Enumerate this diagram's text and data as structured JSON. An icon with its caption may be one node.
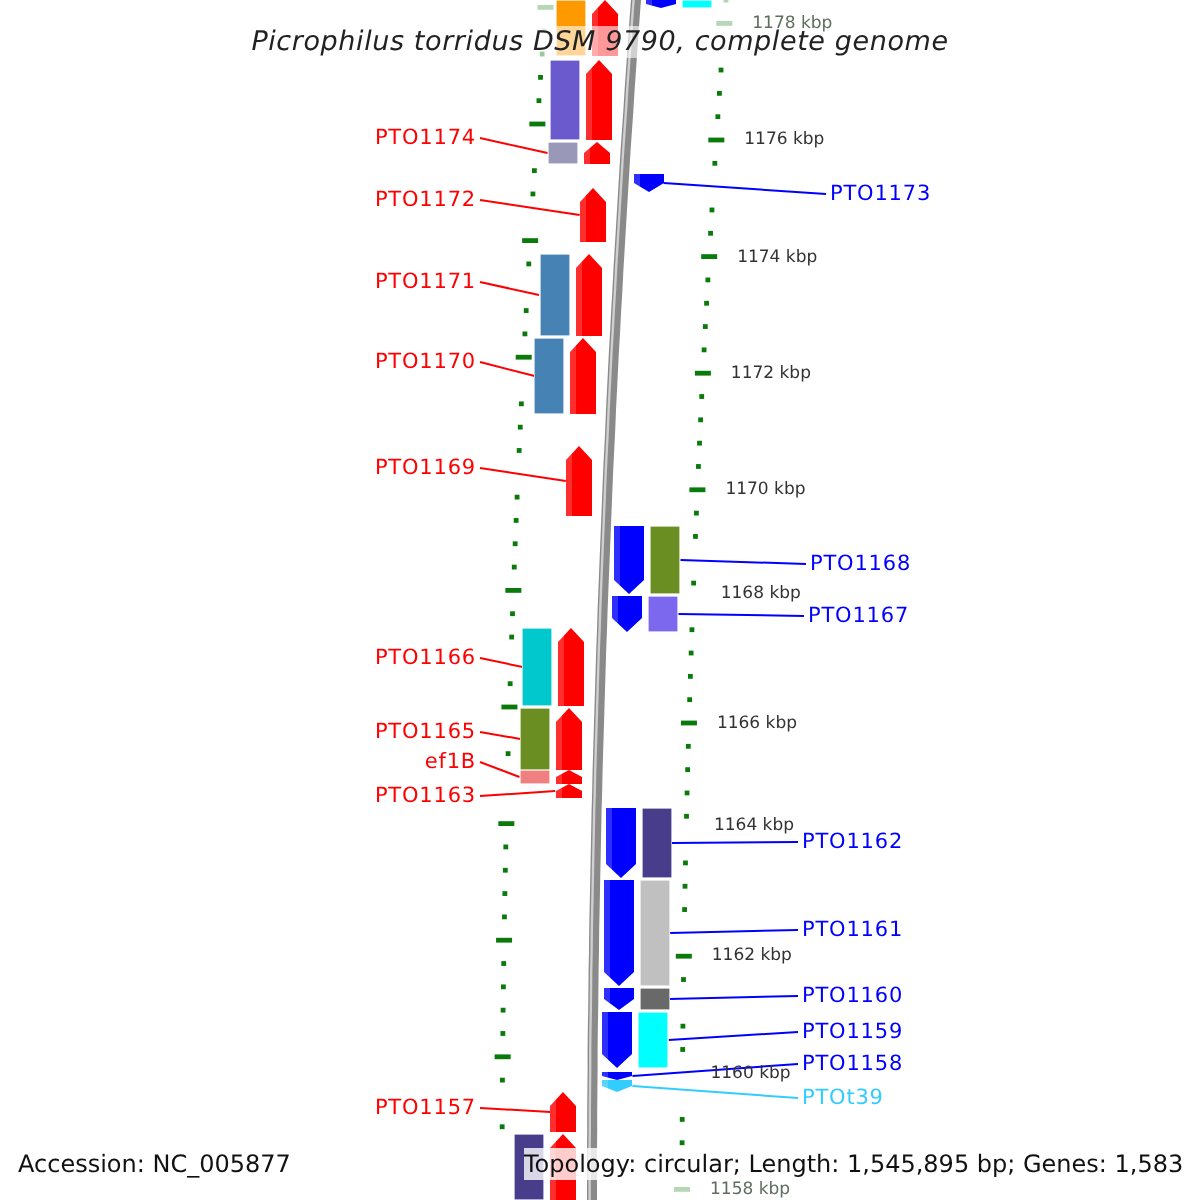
{
  "diagram": {
    "title": "Picrophilus torridus DSM 9790, complete genome",
    "nodes": [
      {
        "text": [
          "PTO1174"
        ]
      },
      {
        "text": [
          "PTO1172"
        ]
      },
      {
        "text": [
          "PTO1171"
        ]
      },
      {
        "text": [
          "PTO1170"
        ]
      },
      {
        "text": [
          "PTO1169"
        ]
      },
      {
        "text": [
          "PTO1166"
        ]
      },
      {
        "text": [
          "PTO1165"
        ]
      },
      {
        "text": [
          "ef1B"
        ]
      },
      {
        "text": [
          "PTO1163"
        ]
      },
      {
        "text": [
          "PTO1157"
        ]
      },
      {
        "text": [
          "PTO1173"
        ]
      },
      {
        "text": [
          "PTO1168"
        ]
      },
      {
        "text": [
          "PTO1167"
        ]
      },
      {
        "text": [
          "PTO1162"
        ]
      },
      {
        "text": [
          "PTO1161"
        ]
      },
      {
        "text": [
          "PTO1160"
        ]
      },
      {
        "text": [
          "PTO1159"
        ]
      },
      {
        "text": [
          "PTO1158"
        ]
      },
      {
        "text": [
          "PTOt39"
        ]
      },
      {
        "text": [],
        "shape": "arrow"
      },
      {
        "text": [],
        "shape": "arrow"
      },
      {
        "text": [],
        "shape": "arrow"
      },
      {
        "text": [],
        "shape": "arrow"
      },
      {
        "text": [],
        "shape": "arrow"
      },
      {
        "text": [],
        "shape": "arrow"
      },
      {
        "text": [],
        "shape": "arrow"
      },
      {
        "text": [],
        "shape": "arrow"
      },
      {
        "text": [],
        "shape": "arrow"
      },
      {
        "text": [],
        "shape": "arrow"
      },
      {
        "text": [],
        "shape": "arrow"
      },
      {
        "text": [],
        "shape": "arrow"
      },
      {
        "text": [],
        "shape": "arrow"
      },
      {
        "text": [],
        "shape": "arrow"
      },
      {
        "text": [],
        "shape": "arrow"
      },
      {
        "text": [],
        "shape": "arrow"
      },
      {
        "text": [],
        "shape": "arrow"
      },
      {
        "text": [],
        "shape": "arrow"
      },
      {
        "text": [],
        "shape": "arrow"
      },
      {
        "text": [],
        "shape": "arrow"
      },
      {
        "text": [],
        "shape": "arrow"
      },
      {
        "text": [],
        "shape": "arrow"
      },
      {
        "text": [],
        "shape": "arrow"
      }
    ],
    "edges": [
      {
        "from": 0,
        "to": 21,
        "arrow": "none"
      },
      {
        "from": 1,
        "to": 22,
        "arrow": "none"
      },
      {
        "from": 2,
        "to": 23,
        "arrow": "none"
      },
      {
        "from": 3,
        "to": 24,
        "arrow": "none"
      },
      {
        "from": 4,
        "to": 25,
        "arrow": "none"
      },
      {
        "from": 5,
        "to": 26,
        "arrow": "none"
      },
      {
        "from": 6,
        "to": 27,
        "arrow": "none"
      },
      {
        "from": 7,
        "to": 28,
        "arrow": "none"
      },
      {
        "from": 8,
        "to": 29,
        "arrow": "none"
      },
      {
        "from": 9,
        "to": 30,
        "arrow": "none"
      },
      {
        "from": 10,
        "to": 33,
        "arrow": "none",
        "color": "#0000ff"
      },
      {
        "from": 11,
        "to": 34,
        "arrow": "none",
        "color": "#0000ff"
      },
      {
        "from": 12,
        "to": 35,
        "arrow": "none",
        "color": "#0000ff"
      },
      {
        "from": 13,
        "to": 36,
        "arrow": "none",
        "color": "#0000ff"
      },
      {
        "from": 14,
        "to": 37,
        "arrow": "none",
        "color": "#0000ff"
      },
      {
        "from": 15,
        "to": 38,
        "arrow": "none",
        "color": "#0000ff"
      },
      {
        "from": 16,
        "to": 39,
        "arrow": "none",
        "color": "#0000ff"
      },
      {
        "from": 17,
        "to": 40,
        "arrow": "none",
        "color": "#0000ff"
      },
      {
        "from": 18,
        "to": 41,
        "arrow": "none",
        "color": "#33ccff"
      }
    ],
    "labels": [
      "1178 kbp",
      "1176 kbp",
      "1174 kbp",
      "1172 kbp",
      "1170 kbp",
      "1168 kbp",
      "1166 kbp",
      "1164 kbp",
      "1162 kbp",
      "1160 kbp",
      "1158 kbp",
      "Accession: NC_005877",
      "Topology: circular; Length: 1,545,895 bp; Genes: 1,583"
    ]
  }
}
